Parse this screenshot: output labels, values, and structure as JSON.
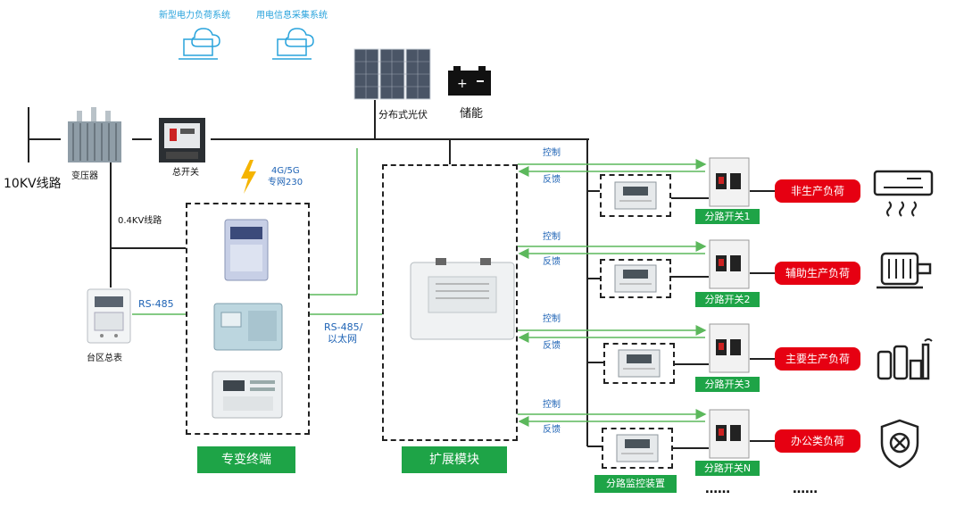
{
  "top": {
    "cloud_load_system": "新型电力负荷系统",
    "cloud_collect_system": "用电信息采集系统"
  },
  "source": {
    "line_10kv": "10KV线路",
    "transformer": "变压器",
    "main_switch": "总开关",
    "line_04kv": "0.4KV线路",
    "area_meter": "台区总表",
    "rs485": "RS-485"
  },
  "generation": {
    "pv": "分布式光伏",
    "storage": "储能"
  },
  "comm": {
    "network_l1": "4G/5G",
    "network_l2": "专网230",
    "link_l1": "RS-485/",
    "link_l2": "以太网"
  },
  "terminal_label": "专变终端",
  "expansion_label": "扩展模块",
  "monitor_label": "分路监控装置",
  "signals": {
    "control": "控制",
    "feedback": "反馈"
  },
  "branches": [
    {
      "switch": "分路开关1",
      "load": "非生产负荷",
      "icon": "air-conditioner-icon"
    },
    {
      "switch": "分路开关2",
      "load": "辅助生产负荷",
      "icon": "motor-icon"
    },
    {
      "switch": "分路开关3",
      "load": "主要生产负荷",
      "icon": "factory-icon"
    },
    {
      "switch": "分路开关N",
      "load": "办公类负荷",
      "icon": "shield-icon"
    }
  ],
  "ellipsis": "……",
  "colors": {
    "green": "#1ea447",
    "red": "#e60012",
    "blue": "#1e63b5",
    "signal_green": "#5cb85c"
  }
}
